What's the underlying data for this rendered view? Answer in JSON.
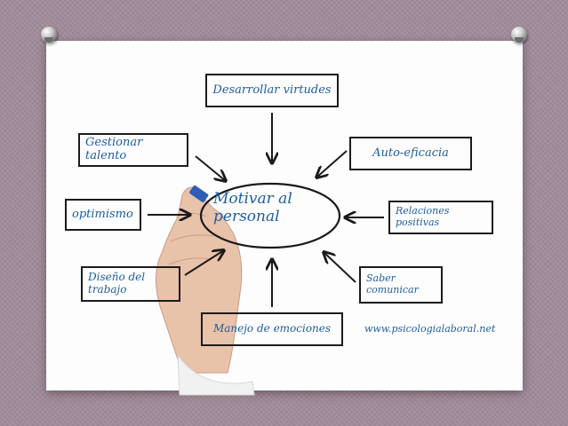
{
  "center": {
    "line1": "Motivar al",
    "line2": "personal"
  },
  "nodes": {
    "desarrollar": "Desarrollar virtudes",
    "gestionar": {
      "line1": "Gestionar",
      "line2": "talento"
    },
    "auto": "Auto-eficacia",
    "optimismo": "optimismo",
    "relaciones": {
      "line1": "Relaciones",
      "line2": "positivas"
    },
    "diseno": {
      "line1": "Diseño del",
      "line2": "trabajo"
    },
    "saber": {
      "line1": "Saber",
      "line2": "comunicar"
    },
    "manejo": "Manejo de emociones"
  },
  "website": "www.psicologialaboral.net",
  "colors": {
    "text": "#1f5d9e",
    "stroke": "#1b1b1b",
    "background": "#a28c9b"
  }
}
